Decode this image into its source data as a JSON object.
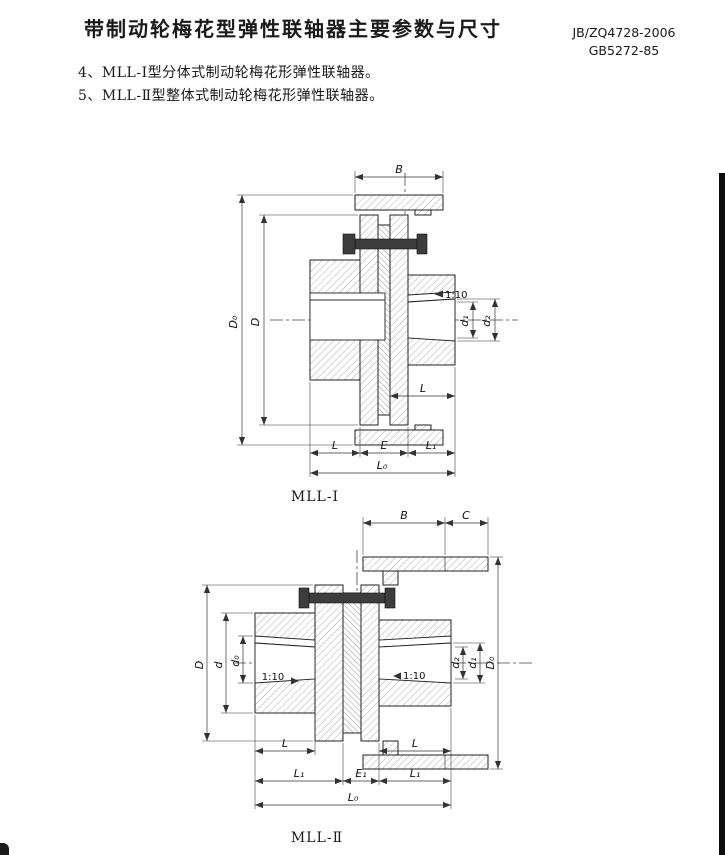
{
  "header": {
    "title": "带制动轮梅花型弹性联轴器主要参数与尺寸",
    "ref1": "JB/ZQ4728-2006",
    "ref2": "GB5272-85"
  },
  "notes": {
    "n4": "4、MLL-Ⅰ型分体式制动轮梅花形弹性联轴器。",
    "n5": "5、MLL-Ⅱ型整体式制动轮梅花形弹性联轴器。"
  },
  "figure1": {
    "caption": "MLL-Ⅰ",
    "labels": {
      "B": "B",
      "D0": "D₀",
      "D": "D",
      "taper": "1:10",
      "d1": "d₁",
      "d2": "d₂",
      "L_hub": "L",
      "L": "L",
      "E": "E",
      "L1": "L₁",
      "L0": "L₀"
    }
  },
  "figure2": {
    "caption": "MLL-Ⅱ",
    "labels": {
      "B": "B",
      "C": "C",
      "D": "D",
      "d": "d",
      "d0": "d₀",
      "taper_left": "1:10",
      "taper_right": "1:10",
      "d2": "d₂",
      "d1": "d₁",
      "D0": "D₀",
      "L_left": "L",
      "L_right": "L",
      "L1_left": "L₁",
      "E1": "E₁",
      "L1_right": "L₁",
      "L0": "L₀"
    }
  },
  "colors": {
    "ink": "#1a1a1a",
    "dim_line": "#333333",
    "paper": "#ffffff"
  }
}
